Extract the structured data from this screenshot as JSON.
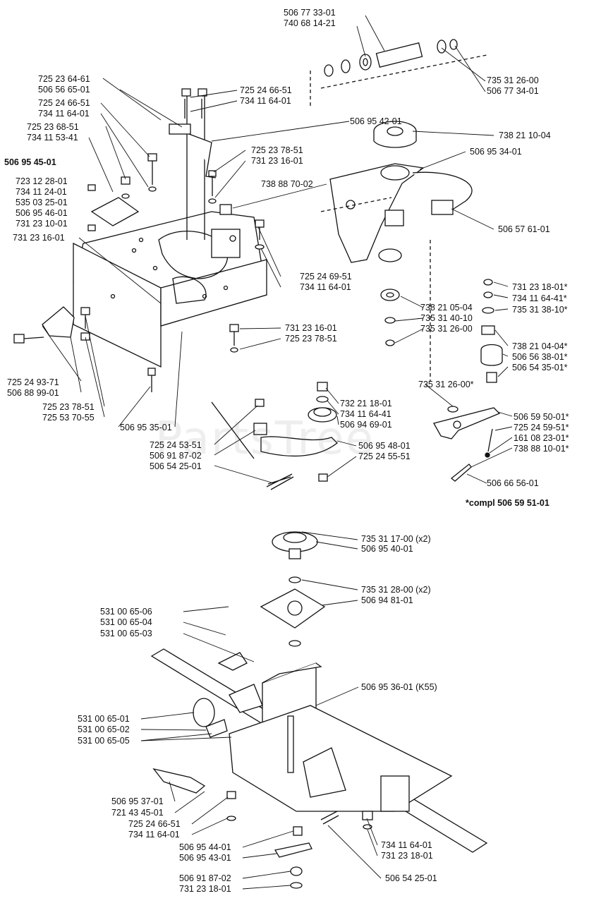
{
  "watermark": "PartsTree",
  "note_compl": "*compl 506 59 51-01",
  "labels": {
    "p01": "506 77 33-01",
    "p02": "740 68 14-21",
    "p03": "735 31 26-00",
    "p04": "506 77 34-01",
    "p05": "725 23 64-61",
    "p06": "506 56 65-01",
    "p07": "725 24 66-51",
    "p08": "734 11 64-01",
    "p09": "725 24 66-51",
    "p10": "734 11 64-01",
    "p11": "506 95 42-01",
    "p12": "725 23 68-51",
    "p13": "734 11 53-41",
    "p14": "738 21 10-04",
    "p15": "506 95 34-01",
    "p16": "725 23 78-51",
    "p17": "731 23 16-01",
    "p18": "506 95 45-01",
    "p19": "723 12 28-01",
    "p20": "734 11 24-01",
    "p21": "738 88 70-02",
    "p22": "535 03 25-01",
    "p23": "506 95 46-01",
    "p24": "731 23 10-01",
    "p25": "506 57 61-01",
    "p26": "731 23 16-01",
    "p27": "725 24 69-51",
    "p28": "734 11 64-01",
    "p29": "731 23 18-01*",
    "p30": "734 11 64-41*",
    "p31": "735 31 38-10*",
    "p32": "738 21 05-04",
    "p33": "-735 31 40-10",
    "p34": "735 31 26-00",
    "p35": "738 21 04-04*",
    "p36": "506 56 38-01*",
    "p37": "506 54 35-01*",
    "p38": "731 23 16-01",
    "p39": "725 23 78-51",
    "p40": "735 31 26-00*",
    "p41": "725 24 93-71",
    "p42": "506 88 99-01",
    "p43": "732 21 18-01",
    "p44": "734 11 64-41",
    "p45": "506 94 69-01",
    "p46": "506 59 50-01*",
    "p47": "725 24 59-51*",
    "p48": "161 08 23-01*",
    "p49": "738 88 10-01*",
    "p50": "725 23 78-51",
    "p51": "725 53 70-55",
    "p52": "506 95 35-01",
    "p53": "725 24 53-51",
    "p54": "506 91 87-02",
    "p55": "506 54 25-01",
    "p56": "506 95 48-01",
    "p57": "725 24 55-51",
    "p58": "506 66 56-01",
    "p59": "735 31 17-00 (x2)",
    "p60": "506 95 40-01",
    "p61": "735 31 28-00 (x2)",
    "p62": "506 94 81-01",
    "p63": "531 00 65-06",
    "p64": "531 00 65-04",
    "p65": "531 00 65-03",
    "p66": "506 95 36-01 (K55)",
    "p67": "531 00 65-01",
    "p68": "531 00 65-02",
    "p69": "531 00 65-05",
    "p70": "506 95 37-01",
    "p71": "721 43 45-01",
    "p72": "725 24 66-51",
    "p73": "734 11 64-01",
    "p74": "506 95 44-01",
    "p75": "506 95 43-01",
    "p76": "734 11 64-01",
    "p77": "731 23 18-01",
    "p78": "506 91 87-02",
    "p79": "731 23 18-01",
    "p80": "506 54 25-01"
  }
}
